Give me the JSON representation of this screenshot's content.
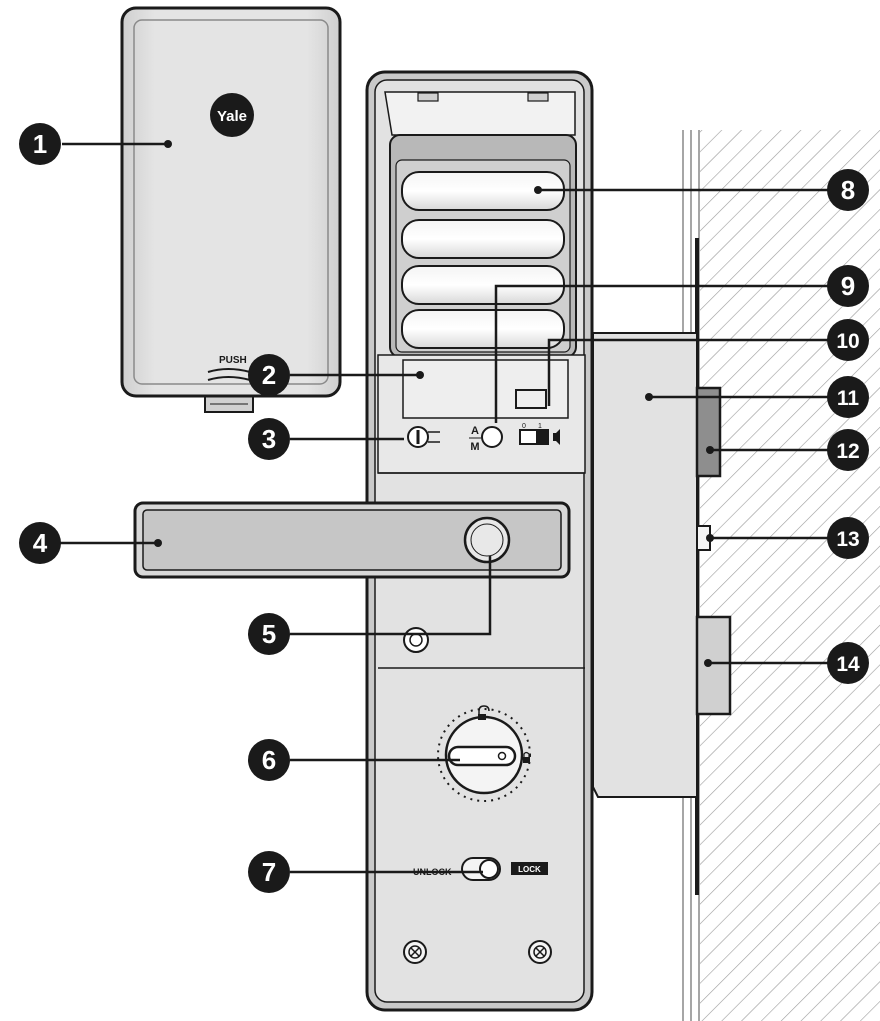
{
  "cover": {
    "brand": "Yale",
    "push_label": "PUSH"
  },
  "panel": {
    "auto_label": "A",
    "manual_label": "M",
    "switch_off": "0",
    "switch_on": "1",
    "unlock_label": "UNLOCK",
    "lock_label": "LOCK"
  },
  "callouts": [
    {
      "number": "1"
    },
    {
      "number": "2"
    },
    {
      "number": "3"
    },
    {
      "number": "4"
    },
    {
      "number": "5"
    },
    {
      "number": "6"
    },
    {
      "number": "7"
    },
    {
      "number": "8"
    },
    {
      "number": "9"
    },
    {
      "number": "10"
    },
    {
      "number": "11"
    },
    {
      "number": "12"
    },
    {
      "number": "13"
    },
    {
      "number": "14"
    }
  ],
  "colors": {
    "outline": "#1a1a1a",
    "metal": "#dcdcdc",
    "metal_light": "#eeeeee",
    "hatch": "#9a9a9a"
  }
}
